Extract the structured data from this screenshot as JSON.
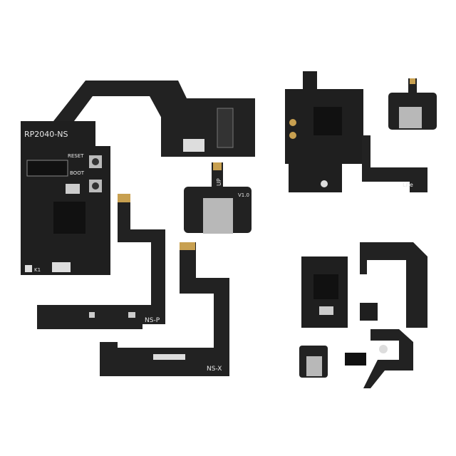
{
  "main_board": {
    "title": "RP2040-NS",
    "reset_label": "RESET",
    "boot_label": "BOOT",
    "k1_label": "K1"
  },
  "usb_board": {
    "up_label": "UP",
    "version": "V1.0"
  },
  "ns_p": {
    "label": "NS-P"
  },
  "ns_x": {
    "label": "NS-X"
  },
  "lite_flex": {
    "label": "Lite"
  },
  "colors": {
    "pcb": "#1e1e1e",
    "pcb_edge": "#2b2b2b",
    "gold": "#c8a050",
    "metal": "#b8b8b8",
    "background": "#ffffff"
  }
}
